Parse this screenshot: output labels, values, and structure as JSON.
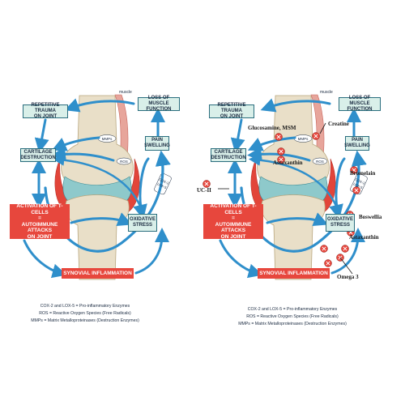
{
  "colors": {
    "arrow": "#2f8fcb",
    "box_fill": "#d9efe9",
    "box_border": "#2a6e7e",
    "red_box": "#e7473d",
    "bone": "#e9dfc8",
    "cartilage": "#8ec9cb",
    "synovium_red": "#e2453a",
    "muscle": "#e7a59b"
  },
  "panels": [
    {
      "muscle_label": "muscle",
      "repetitive_trauma": "REPETITIVE TRAUMA\nON JOINT",
      "loss_muscle_function": "LOSS OF MUSCLE\nFUNCTION",
      "mmps": "MMPs",
      "pain_swelling": "PAIN\nSWELLING",
      "cartilage_destruction": "CARTILAGE\nDESTRUCTION",
      "ros": "ROS",
      "cox_lox": "COX-2\nLOX-5",
      "activation": "ACTIVATION OF T-CELLS\n=\nAUTOIMMUNE ATTACKS\nON JOINT",
      "oxidative_stress": "OXIDATIVE\nSTRESS",
      "synovial_inflammation": "SYNOVIAL INFLAMMATION",
      "legend": [
        "COX-2 and LOX-5 = Pro-inflammatory Enzymes",
        "ROS = Reactive Oxygen Species (Free Radicals)",
        "MMPs = Matrix Metalloproteinases (Destruction Enzymes)"
      ]
    },
    {
      "muscle_label": "muscle",
      "repetitive_trauma": "REPETITIVE TRAUMA\nON JOINT",
      "loss_muscle_function": "LOSS OF MUSCLE\nFUNCTION",
      "mmps": "MMPs",
      "pain_swelling": "PAIN\nSWELLING",
      "cartilage_destruction": "CARTILAGE\nDESTRUCTION",
      "ros": "ROS",
      "cox_lox": "COX-2\nLOX-5",
      "activation": "ACTIVATION OF T-CELLS\n=\nAUTOIMMUNE ATTACKS\nON JOINT",
      "oxidative_stress": "OXIDATIVE\nSTRESS",
      "synovial_inflammation": "SYNOVIAL INFLAMMATION",
      "legend": [
        "COX-2 and LOX-5 = Pro-inflammatory Enzymes",
        "ROS = Reactive Oxygen Species (Free Radicals)",
        "MMPs = Matrix Metalloproteinases (Destruction Enzymes)"
      ],
      "supplements": {
        "glucosamine": "Glucosamine, MSM",
        "creatine": "Creatine",
        "astaxanthin_top": "Astaxanthin",
        "uc2": "UC-II",
        "bromelain": "Bromelain",
        "boswellia": "Boswellia",
        "astaxanthin_bottom": "Astaxanthin",
        "omega3": "Omega 3"
      }
    }
  ]
}
